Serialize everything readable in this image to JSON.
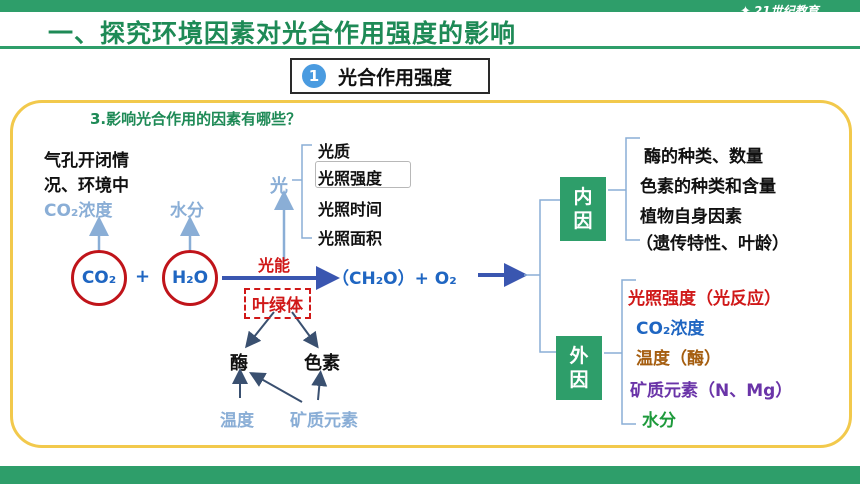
{
  "title": "一、探究环境因素对光合作用强度的影响",
  "logo": "21世纪教育",
  "badge": {
    "number": "1",
    "text": "光合作用强度"
  },
  "question": "3.影响光合作用的因素有哪些？",
  "left": {
    "stomata_line1": "气孔开闭情",
    "stomata_line2": "况、环境中",
    "co2_conc": "CO₂浓度",
    "water": "水分",
    "light": "光",
    "light_items": [
      "光质",
      "光照强度",
      "光照时间",
      "光照面积"
    ],
    "co2": "CO₂",
    "plus": "+",
    "h2o": "H₂O",
    "light_energy": "光能",
    "chloroplast": "叶绿体",
    "product": "（CH₂O）+ O₂",
    "enzyme": "酶",
    "pigment": "色素",
    "temperature": "温度",
    "minerals": "矿质元素"
  },
  "internal": {
    "label": "内\n因",
    "items": [
      "酶的种类、数量",
      "色素的种类和含量",
      "植物自身因素",
      "（遗传特性、叶龄）"
    ]
  },
  "external": {
    "label": "外\n因",
    "items": [
      "光照强度（光反应）",
      "CO₂浓度",
      "温度（酶）",
      "矿质元素（N、Mg）",
      "水分"
    ]
  },
  "colors": {
    "green_bar": "#2e9e6a",
    "title_green": "#1e8a56",
    "frame_yellow": "#f2c94c",
    "circle_red": "#c0141a",
    "arrow_blue": "#8aaed6",
    "main_arrow": "#3a56b0"
  }
}
